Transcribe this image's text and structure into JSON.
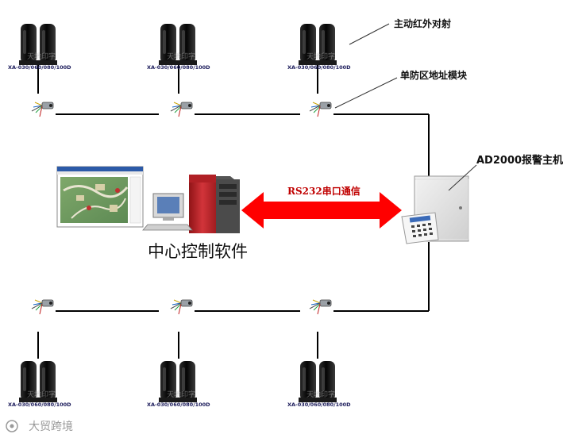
{
  "labels": {
    "active_ir_beam": "主动红外对射",
    "single_zone_module": "单防区地址模块",
    "alarm_host": "AD2000报警主机",
    "rs232_link": "RS232串口通信",
    "central_software": "中心控制软件",
    "watermark": "大贸跨境"
  },
  "sensor_model": "XA-030/060/080/100D",
  "colors": {
    "wire": "#000000",
    "arrow": "#ff0000",
    "server_body": "#c0262b",
    "panel": "#e4e4e4"
  }
}
